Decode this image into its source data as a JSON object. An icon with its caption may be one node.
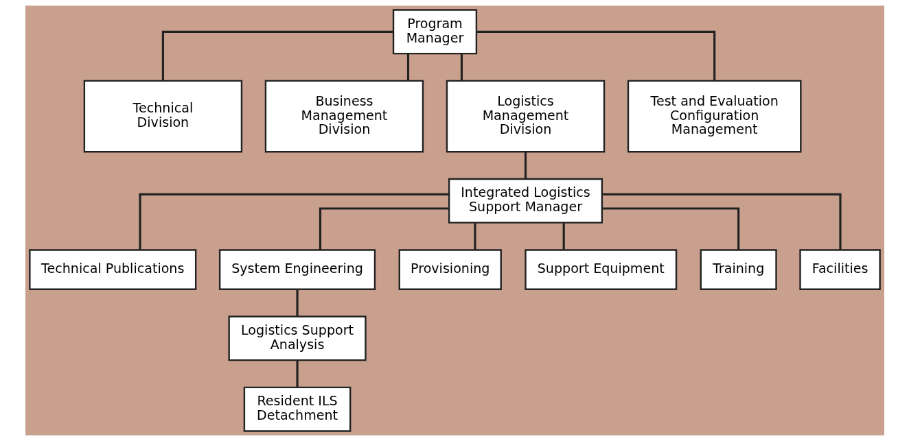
{
  "diagram": {
    "nodes": [
      {
        "text": [
          "Program Manager"
        ]
      },
      {
        "text": [
          "Technical Division"
        ]
      },
      {
        "text": [
          "Business Management Division"
        ]
      },
      {
        "text": [
          "Logistics Management Division"
        ]
      },
      {
        "text": [
          "Test and Evaluation Configuration Management"
        ]
      },
      {
        "text": [
          "Integrated Logistics Support Manager"
        ]
      },
      {
        "text": [
          "Technical Publications"
        ]
      },
      {
        "text": [
          "System Engineering"
        ]
      },
      {
        "text": [
          "Provisioning"
        ]
      },
      {
        "text": [
          "Support Equipment"
        ]
      },
      {
        "text": [
          "Training"
        ]
      },
      {
        "text": [
          "Facilities"
        ]
      },
      {
        "text": [
          "Logistics Support Analysis"
        ]
      },
      {
        "text": [
          "Resident ILS Detachment"
        ]
      }
    ],
    "edges": [
      {
        "from": 0,
        "to": 1,
        "arrow": "none"
      },
      {
        "from": 0,
        "to": 2,
        "arrow": "none"
      },
      {
        "from": 0,
        "to": 3,
        "arrow": "none"
      },
      {
        "from": 0,
        "to": 4,
        "arrow": "none"
      },
      {
        "from": 3,
        "to": 5,
        "arrow": "none"
      },
      {
        "from": 5,
        "to": 6,
        "arrow": "none"
      },
      {
        "from": 5,
        "to": 7,
        "arrow": "none"
      },
      {
        "from": 5,
        "to": 8,
        "arrow": "none"
      },
      {
        "from": 5,
        "to": 9,
        "arrow": "none"
      },
      {
        "from": 5,
        "to": 10,
        "arrow": "none"
      },
      {
        "from": 5,
        "to": 11,
        "arrow": "none"
      },
      {
        "from": 7,
        "to": 12,
        "arrow": "none"
      },
      {
        "from": 12,
        "to": 13,
        "arrow": "none"
      }
    ]
  }
}
